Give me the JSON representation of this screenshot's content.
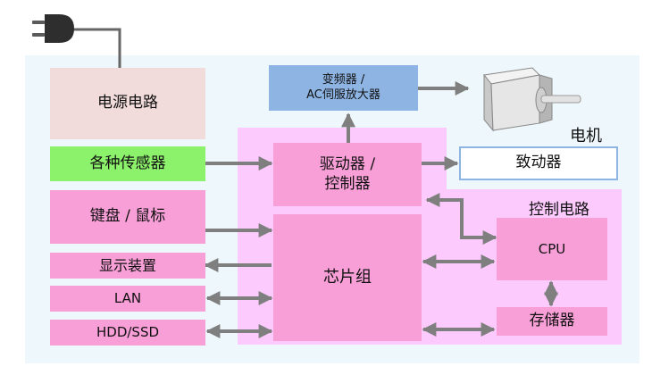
{
  "blocks": {
    "power": "电源电路",
    "sensors": "各种传感器",
    "keyboard": "键盘 / 鼠标",
    "display": "显示装置",
    "lan": "LAN",
    "storage_drive": "HDD/SSD",
    "inverter_line1": "变频器 /",
    "inverter_line2": "AC伺服放大器",
    "driver_line1": "驱动器 /",
    "driver_line2": "控制器",
    "chipset": "芯片组",
    "cpu": "CPU",
    "memory": "存储器",
    "actuator": "致动器"
  },
  "labels": {
    "motor": "电机",
    "control_circuit": "控制电路"
  },
  "icons": [
    "power-plug-icon",
    "motor-icon"
  ],
  "colors": {
    "background": "#eef7fb",
    "power_block": "#f2dcdb",
    "sensor_block": "#8df26b",
    "inverter_block": "#8db4e2",
    "pink_block": "#f99fd8",
    "control_region": "#fccafc",
    "arrow": "#7f7f7f",
    "actuator_border": "#8db4e2"
  }
}
